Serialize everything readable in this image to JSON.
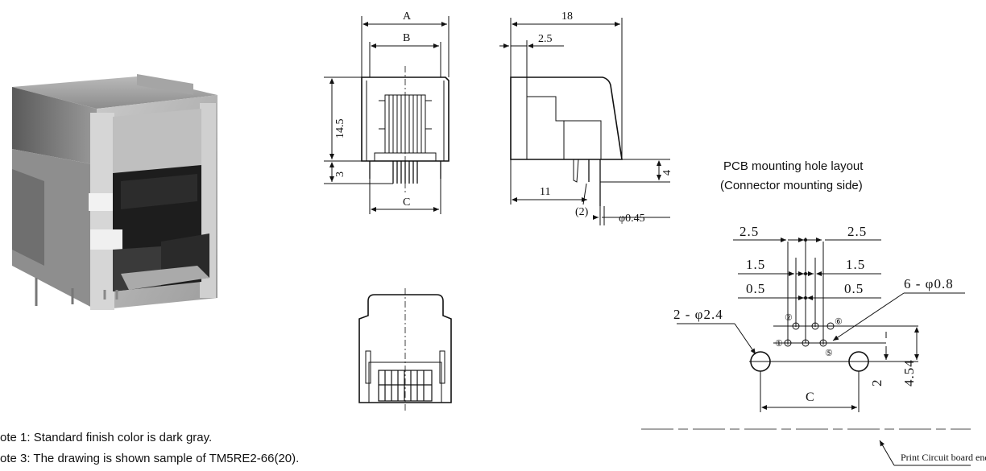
{
  "notes": [
    "ote 1: Standard finish color is dark gray.",
    "ote 3: The drawing is shown sample of TM5RE2-66(20)."
  ],
  "front_view": {
    "dim_a": "A",
    "dim_b": "B",
    "dim_c": "C",
    "height": "14.5",
    "pin_len": "3"
  },
  "side_view": {
    "length": "18",
    "offset": "2.5",
    "pin_pos": "11",
    "pin_height": "4",
    "pin_label": "(2)",
    "pin_dia": "φ0.45"
  },
  "pcb_layout": {
    "title_line1": "PCB mounting hole layout",
    "title_line2": "(Connector mounting side)",
    "dim_2_5_left": "2.5",
    "dim_2_5_right": "2.5",
    "dim_1_5_left": "1.5",
    "dim_1_5_right": "1.5",
    "dim_0_5_left": "0.5",
    "dim_0_5_right": "0.5",
    "small_holes": "6 - φ0.8",
    "large_holes": "2 - φ2.4",
    "pin_1": "①",
    "pin_2": "②",
    "pin_5": "⑤",
    "pin_6": "⑥",
    "dim_c": "C",
    "dim_2": "2",
    "dim_4_54": "4.54",
    "board_end": "Print Circuit board end"
  }
}
